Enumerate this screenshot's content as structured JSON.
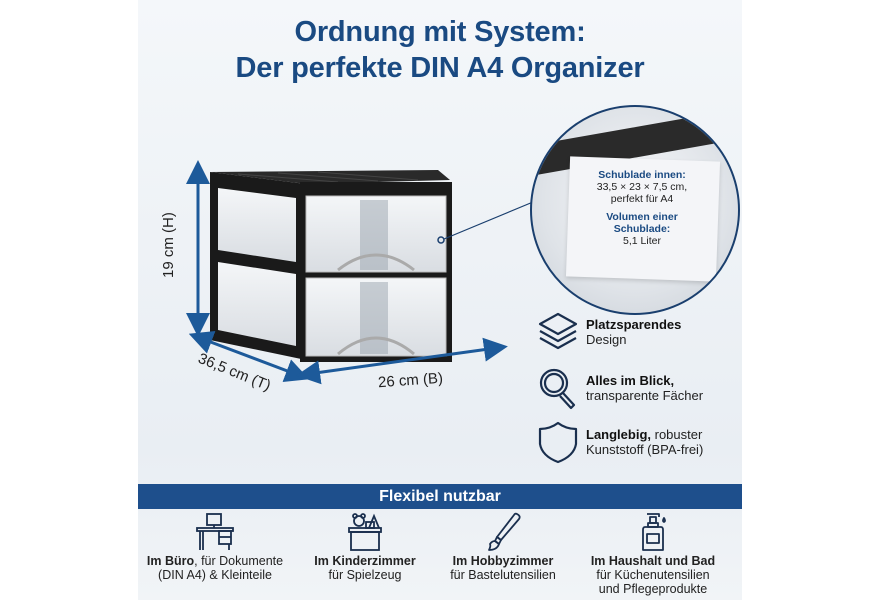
{
  "title": {
    "line1": "Ordnung mit System:",
    "line2": "Der perfekte DIN A4 Organizer"
  },
  "colors": {
    "primary": "#1a4a82",
    "banner": "#1e4f8c",
    "arrow": "#1d5a9a",
    "frame": "#1a1a1a"
  },
  "product": {
    "name": "2-drawer transparent organizer, black frame",
    "dimensions": {
      "height": "19 cm (H)",
      "depth": "36,5 cm (T)",
      "width": "26 cm (B)"
    }
  },
  "detail_callout": {
    "inner_label": "Schublade innen:",
    "inner_value1": "33,5 × 23 × 7,5 cm,",
    "inner_value2": "perfekt für A4",
    "volume_label1": "Volumen einer",
    "volume_label2": "Schublade:",
    "volume_value": "5,1 Liter"
  },
  "features": [
    {
      "icon": "layers-icon",
      "bold": "Platzsparendes",
      "rest": "Design"
    },
    {
      "icon": "magnifier-icon",
      "bold": "Alles im Blick,",
      "rest": "transparente Fächer"
    },
    {
      "icon": "shield-icon",
      "bold": "Langlebig,",
      "bold_suffix": " robuster",
      "rest": "Kunststoff (BPA-frei)"
    }
  ],
  "usage_banner": "Flexibel nutzbar",
  "usages": [
    {
      "icon": "desk-icon",
      "bold": "Im Büro",
      "line1_rest": ", für Dokumente",
      "line2": "(DIN A4) & Kleinteile",
      "line3": ""
    },
    {
      "icon": "toy-box-icon",
      "bold": "Im Kinderzimmer",
      "line1_rest": "",
      "line2": "für Spielzeug",
      "line3": ""
    },
    {
      "icon": "paintbrush-icon",
      "bold": "Im Hobbyzimmer",
      "line1_rest": "",
      "line2": "für Bastelutensilien",
      "line3": ""
    },
    {
      "icon": "soap-dispenser-icon",
      "bold": "Im Haushalt und Bad",
      "line1_rest": "",
      "line2": "für Küchenutensilien",
      "line3": "und Pflegeprodukte"
    }
  ]
}
